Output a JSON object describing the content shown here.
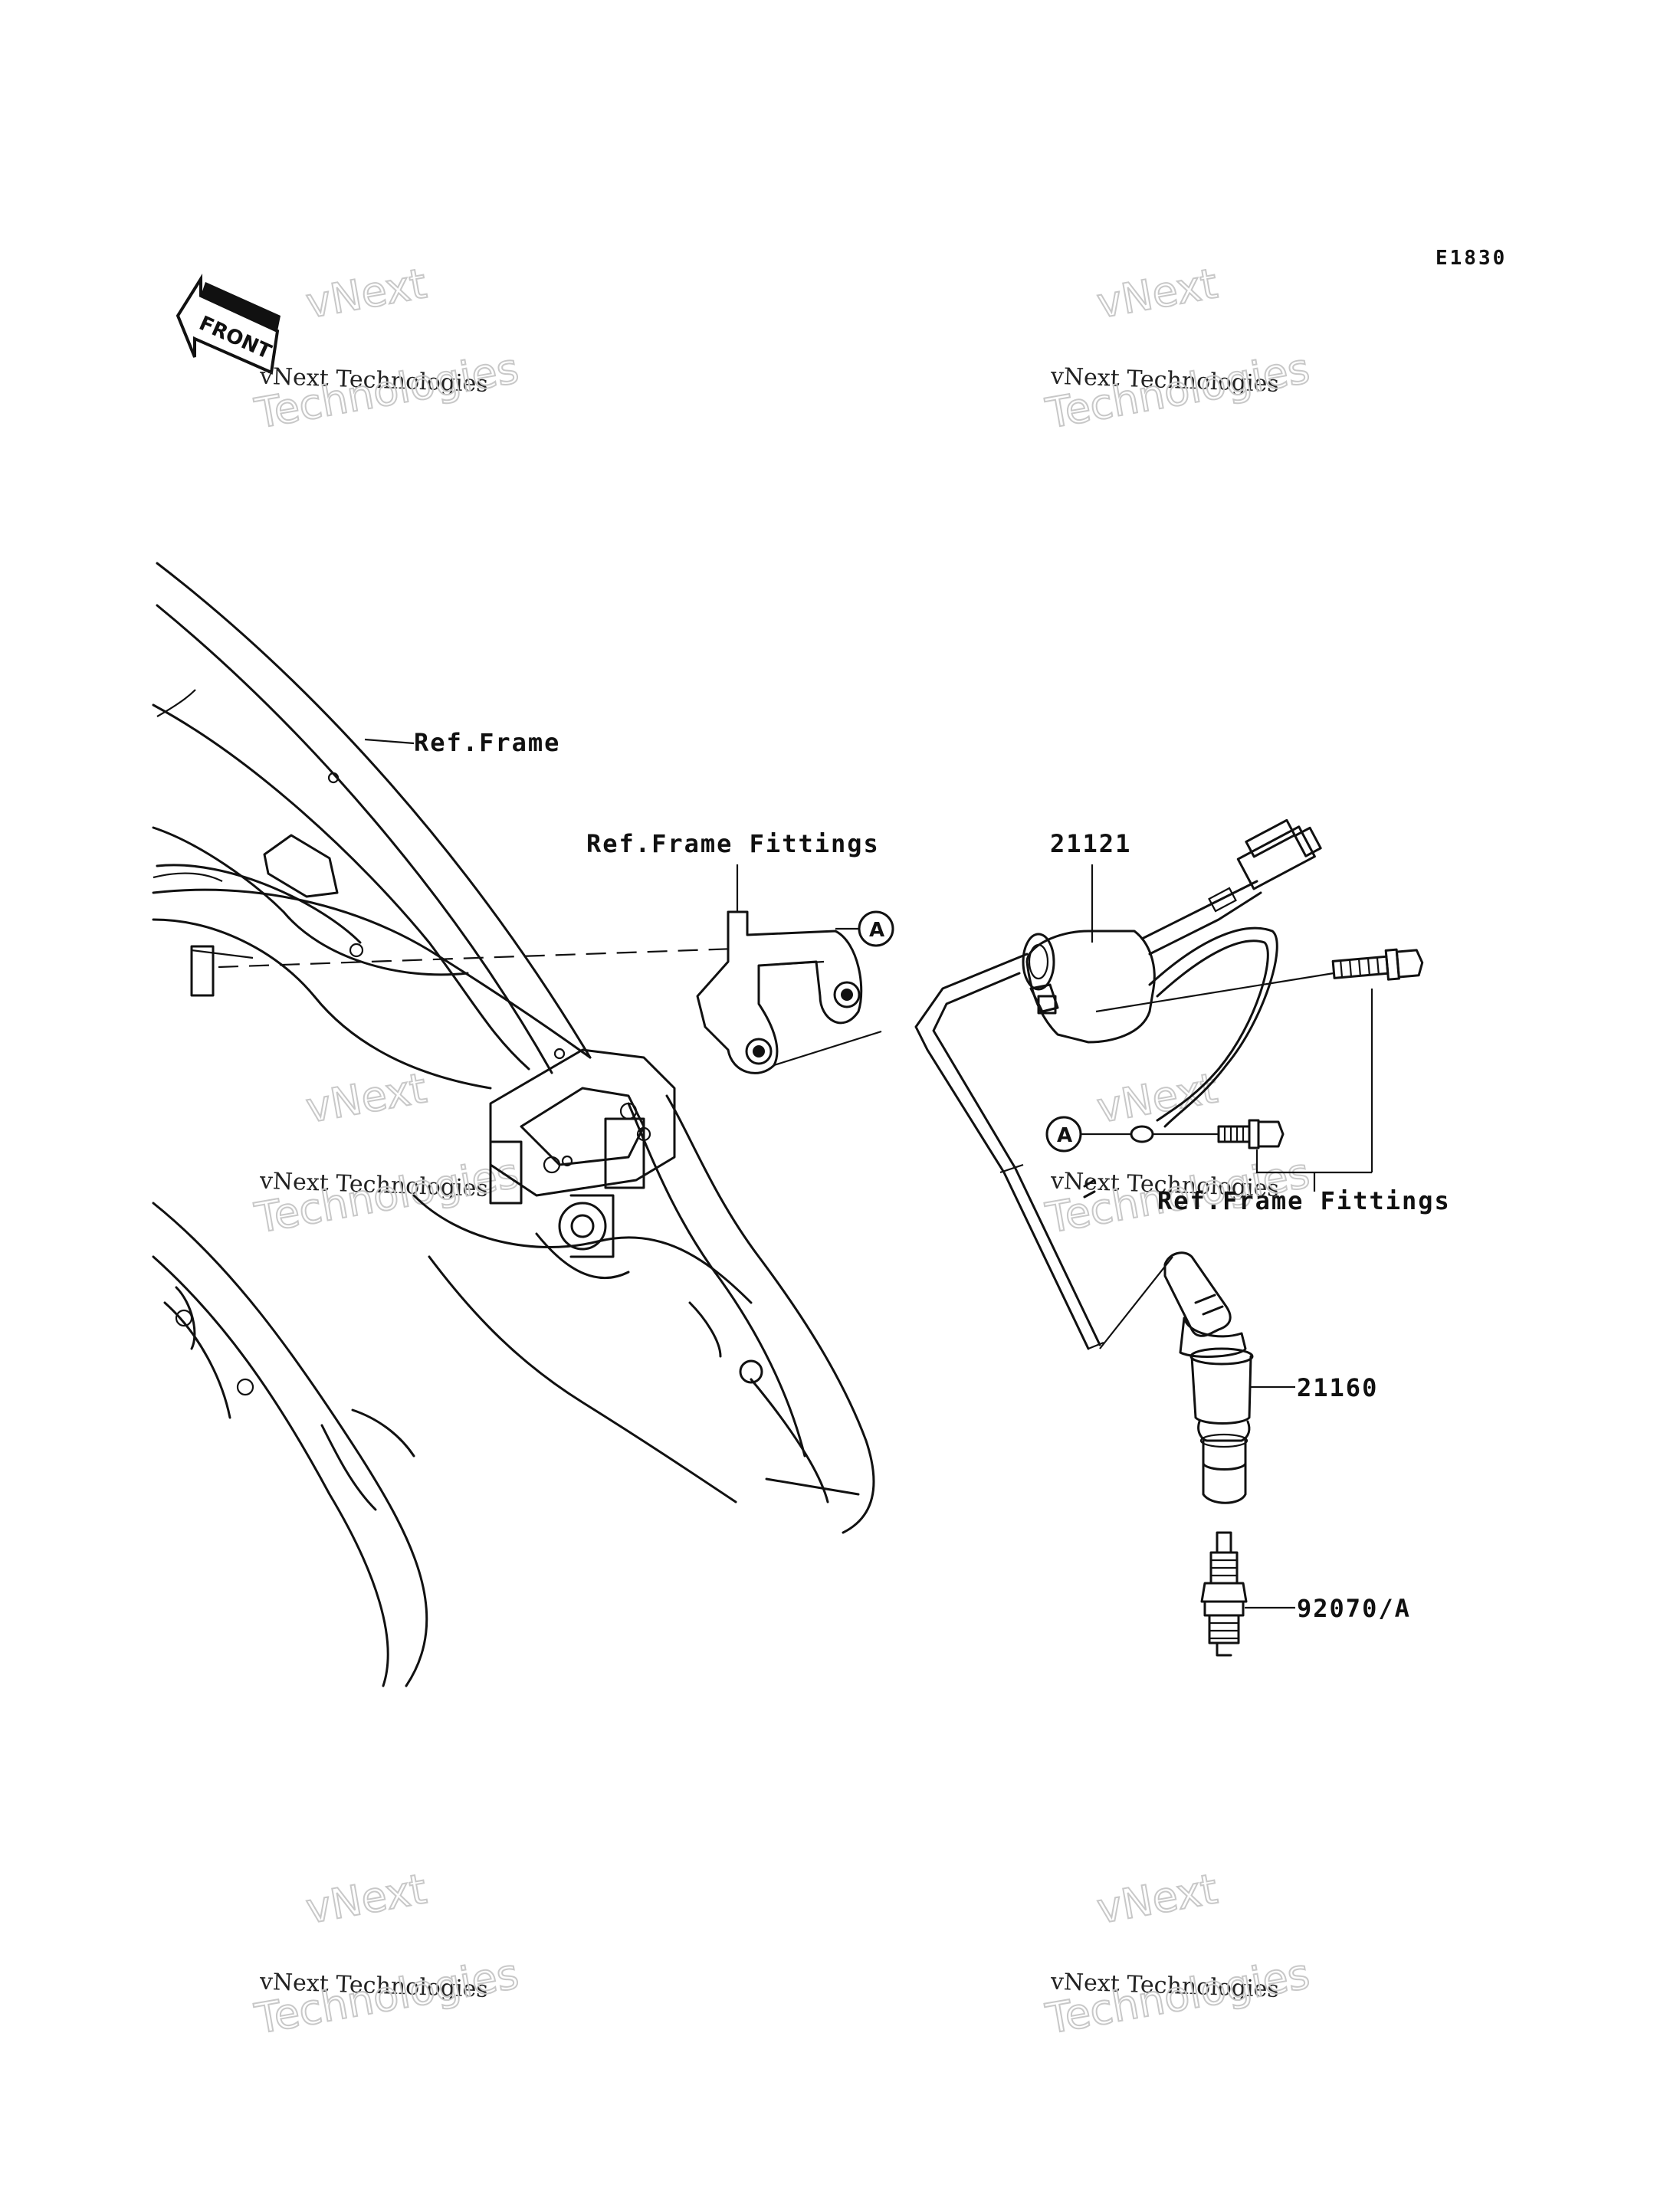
{
  "diagram_code": "E1830",
  "front_badge": "FRONT",
  "watermark": {
    "line1": "vNext",
    "line2": "vNext Technologies",
    "line3": "Technologies"
  },
  "labels": {
    "ref_frame": "Ref.Frame",
    "ref_frame_fittings_top": "Ref.Frame Fittings",
    "ref_frame_fittings_right": "Ref.Frame Fittings",
    "part_ignition_coil": "21121",
    "part_spark_plug_cap": "21160",
    "part_spark_plug": "92070/A"
  },
  "callouts": {
    "a_top": "A",
    "a_lower": "A"
  }
}
